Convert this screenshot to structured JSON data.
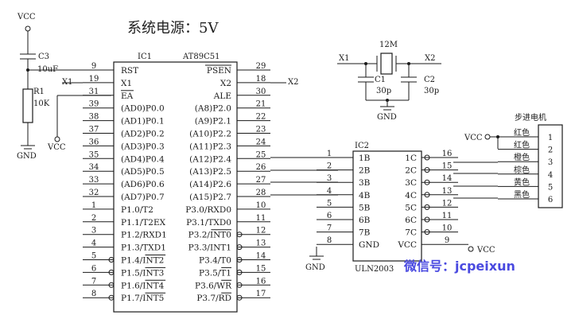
{
  "title": "系统电源：5V",
  "watermark": "微信号：jcpeixun",
  "ic1": {
    "ref": "IC1",
    "part": "AT89C51",
    "left_pins": [
      {
        "num": "9",
        "name": "RST"
      },
      {
        "num": "19",
        "name": "X1"
      },
      {
        "num": "31",
        "name": "EA"
      },
      {
        "num": "39",
        "name": "(AD0)P0.0"
      },
      {
        "num": "38",
        "name": "(AD1)P0.1"
      },
      {
        "num": "37",
        "name": "(AD2)P0.2"
      },
      {
        "num": "36",
        "name": "(AD3)P0.3"
      },
      {
        "num": "35",
        "name": "(AD4)P0.4"
      },
      {
        "num": "34",
        "name": "(AD5)P0.5"
      },
      {
        "num": "33",
        "name": "(AD6)P0.6"
      },
      {
        "num": "32",
        "name": "(AD7)P0.7"
      },
      {
        "num": "1",
        "name": "P1.0/T2"
      },
      {
        "num": "2",
        "name": "P1.1/T2EX"
      },
      {
        "num": "3",
        "name": "P1.2/RXD1"
      },
      {
        "num": "4",
        "name": "P1.3/TXD1"
      },
      {
        "num": "5",
        "name": "P1.4/INT2"
      },
      {
        "num": "6",
        "name": "P1.5/INT3"
      },
      {
        "num": "7",
        "name": "P1.6/INT4"
      },
      {
        "num": "8",
        "name": "P1.7/INT5"
      }
    ],
    "right_pins": [
      {
        "num": "29",
        "name": "PSEN"
      },
      {
        "num": "18",
        "name": "X2"
      },
      {
        "num": "30",
        "name": "ALE"
      },
      {
        "num": "21",
        "name": "(A8)P2.0"
      },
      {
        "num": "22",
        "name": "(A9)P2.1"
      },
      {
        "num": "23",
        "name": "(A10)P2.2"
      },
      {
        "num": "24",
        "name": "(A11)P2.3"
      },
      {
        "num": "25",
        "name": "(A12)P2.4"
      },
      {
        "num": "26",
        "name": "(A13)P2.5"
      },
      {
        "num": "27",
        "name": "(A14)P2.6"
      },
      {
        "num": "28",
        "name": "(A15)P2.7"
      },
      {
        "num": "10",
        "name": "P3.0/RXD0"
      },
      {
        "num": "11",
        "name": "P3.1/TXD0"
      },
      {
        "num": "12",
        "name": "P3.2/INT0"
      },
      {
        "num": "13",
        "name": "P3.3/INT1"
      },
      {
        "num": "14",
        "name": "P3.4/T0"
      },
      {
        "num": "15",
        "name": "P3.5/T1"
      },
      {
        "num": "16",
        "name": "P3.6/WR"
      },
      {
        "num": "17",
        "name": "P3.7/RD"
      }
    ]
  },
  "ic2": {
    "ref": "IC2",
    "part": "ULN2003",
    "left_pins": [
      {
        "num": "1",
        "name": "1B"
      },
      {
        "num": "2",
        "name": "2B"
      },
      {
        "num": "3",
        "name": "3B"
      },
      {
        "num": "4",
        "name": "4B"
      },
      {
        "num": "5",
        "name": "5B"
      },
      {
        "num": "6",
        "name": "6B"
      },
      {
        "num": "7",
        "name": "7B"
      },
      {
        "num": "8",
        "name": "GND"
      }
    ],
    "right_pins": [
      {
        "num": "16",
        "name": "1C"
      },
      {
        "num": "15",
        "name": "2C"
      },
      {
        "num": "14",
        "name": "3C"
      },
      {
        "num": "13",
        "name": "4C"
      },
      {
        "num": "12",
        "name": "5C"
      },
      {
        "num": "11",
        "name": "6C"
      },
      {
        "num": "10",
        "name": "7C"
      },
      {
        "num": "9",
        "name": "VCC"
      }
    ]
  },
  "motor": {
    "title": "步进电机",
    "wires": [
      {
        "num": "1",
        "color": "红色"
      },
      {
        "num": "2",
        "color": "红色"
      },
      {
        "num": "3",
        "color": "橙色"
      },
      {
        "num": "4",
        "color": "棕色"
      },
      {
        "num": "5",
        "color": "黄色"
      },
      {
        "num": "6",
        "color": "黑色"
      }
    ]
  },
  "reset": {
    "c3_ref": "C3",
    "c3_val": "10uF",
    "r1_ref": "R1",
    "r1_val": "10K"
  },
  "crystal": {
    "y_val": "12M",
    "c1_ref": "C1",
    "c1_val": "30p",
    "c2_ref": "C2",
    "c2_val": "30p"
  },
  "nets": {
    "vcc": "VCC",
    "gnd": "GND",
    "x1": "X1",
    "x2": "X2"
  }
}
